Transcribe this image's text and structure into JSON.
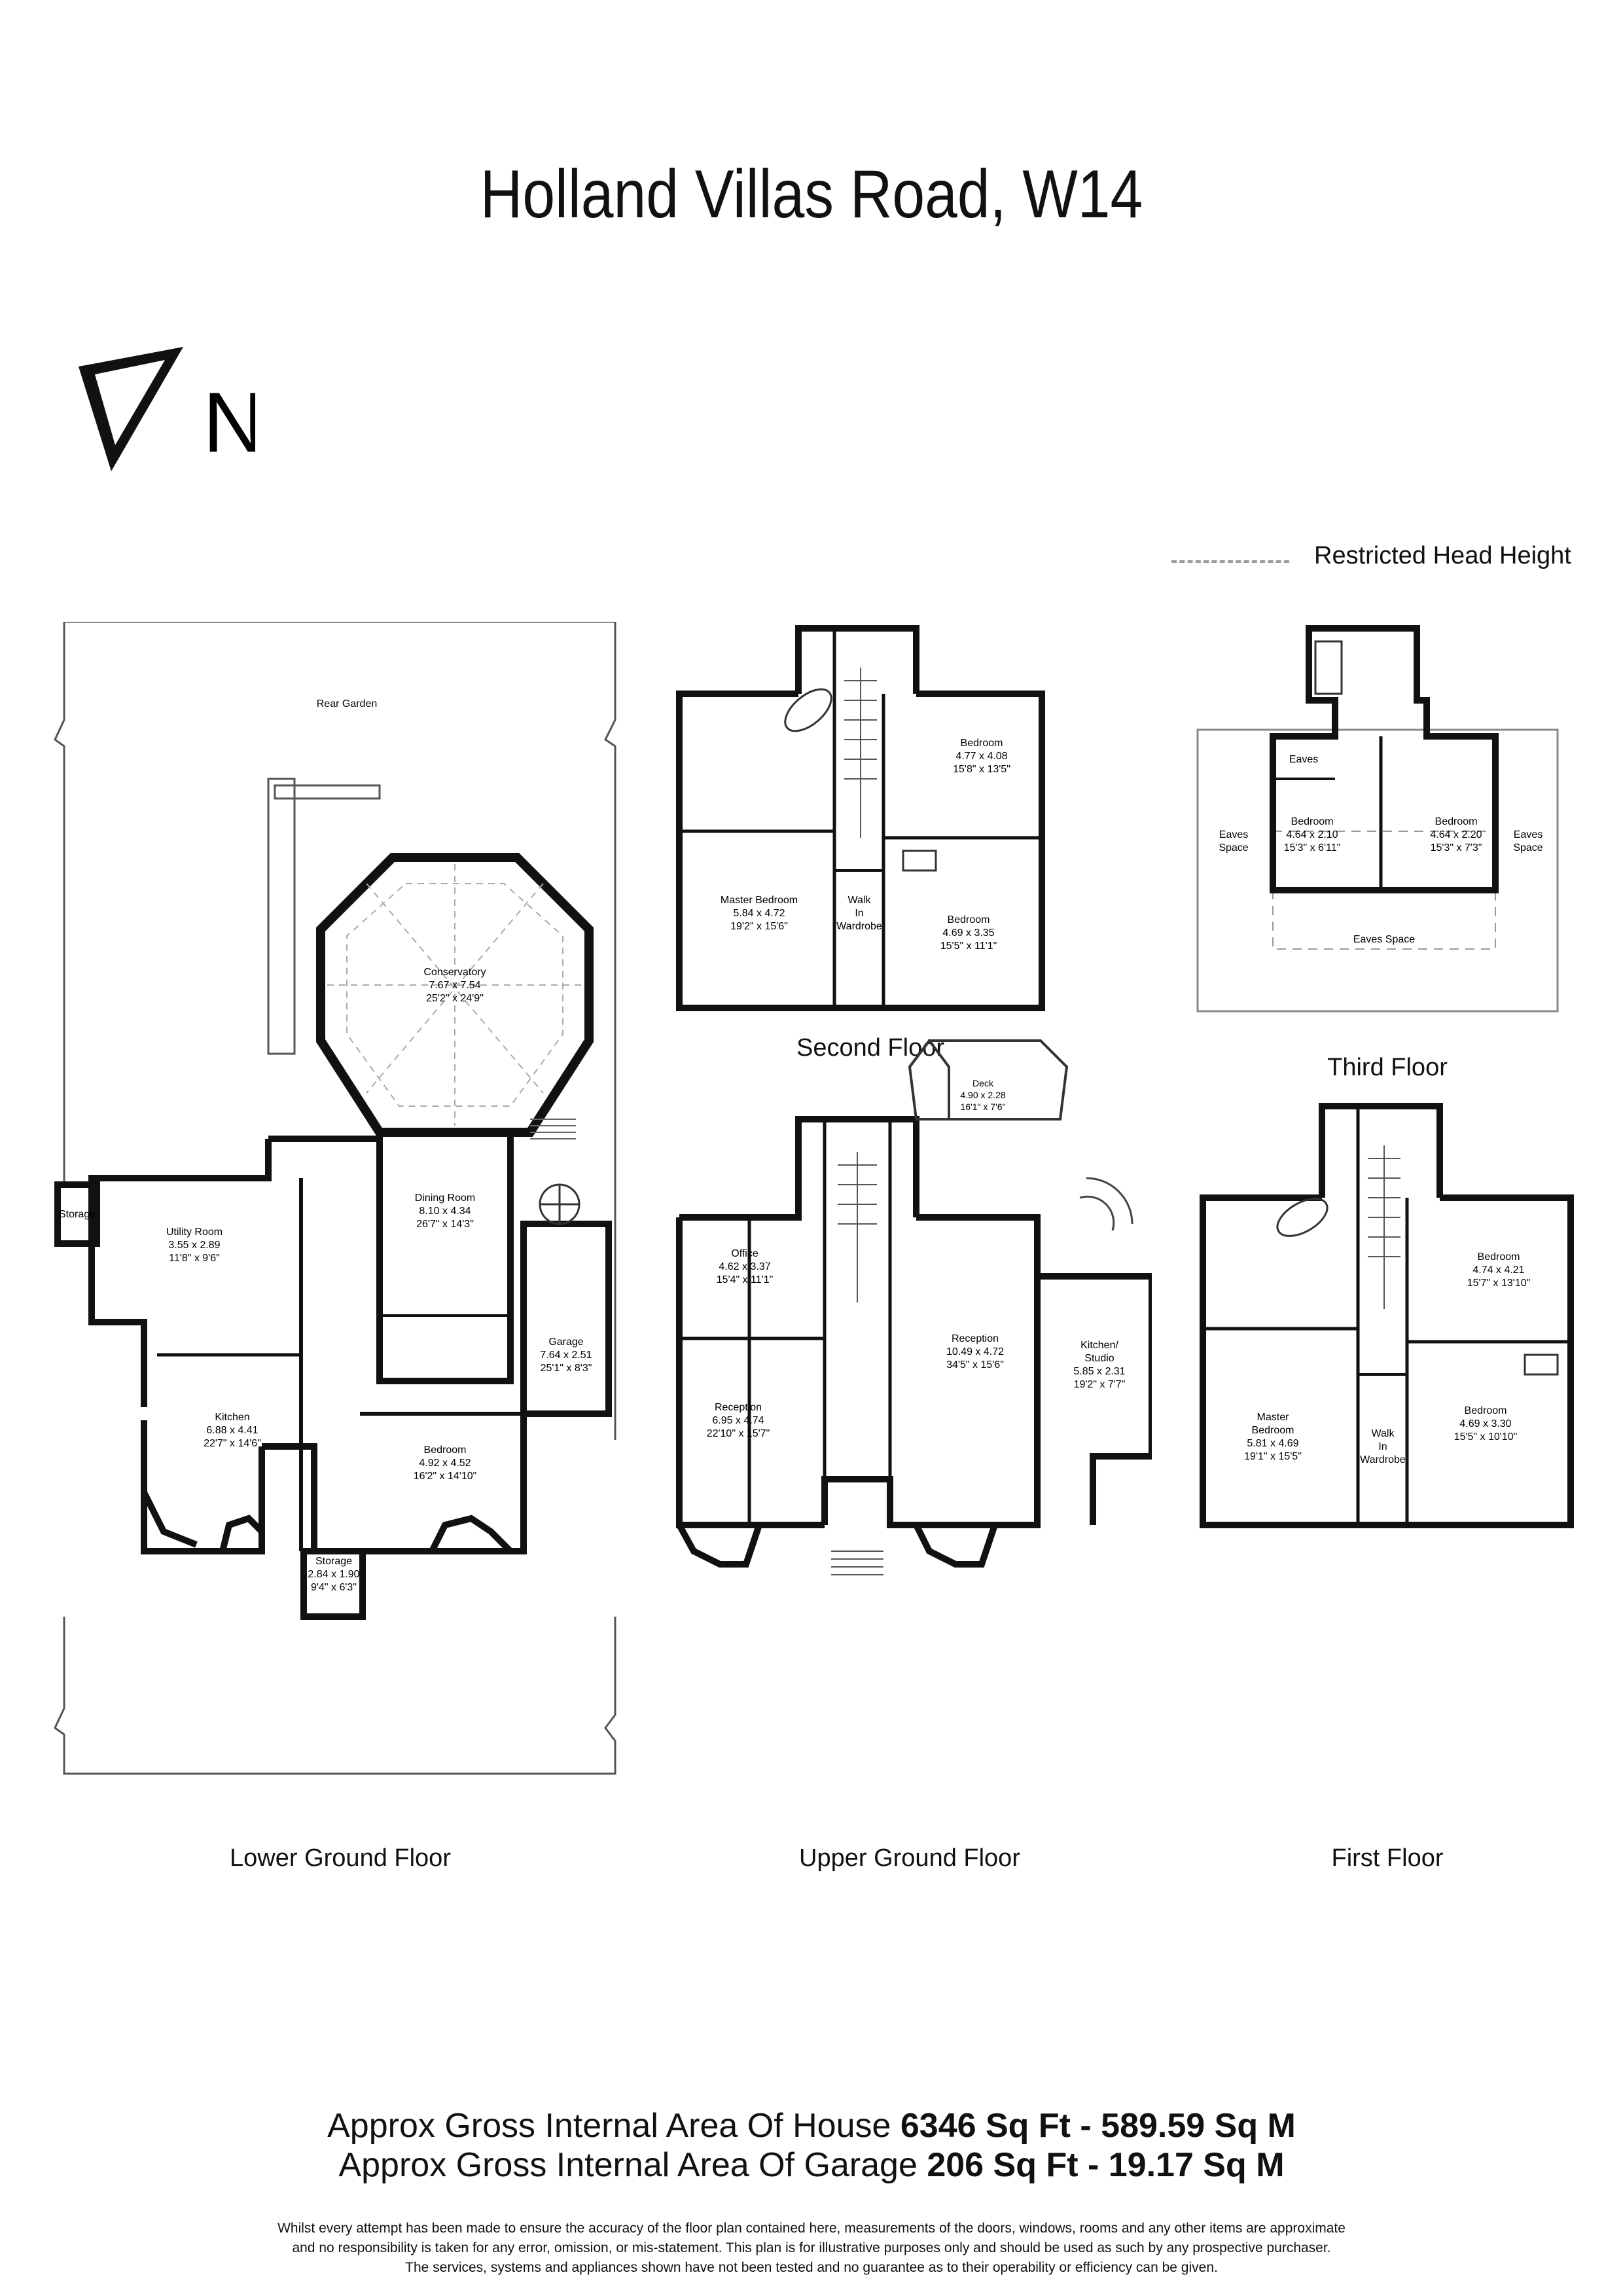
{
  "title": "Holland Villas Road, W14",
  "compass": {
    "letter": "N",
    "icon": "north-arrow-icon"
  },
  "legend": {
    "label": "Restricted Head Height"
  },
  "floors": {
    "lower_ground": {
      "label": "Lower Ground Floor",
      "rooms": {
        "rear_garden": {
          "name": "Rear Garden"
        },
        "conservatory": {
          "name": "Conservatory",
          "metric": "7.67 x 7.54",
          "imperial": "25'2\" x 24'9\""
        },
        "dining_room": {
          "name": "Dining Room",
          "metric": "8.10 x 4.34",
          "imperial": "26'7\" x 14'3\""
        },
        "storage_small": {
          "name": "Storage"
        },
        "utility_room": {
          "name": "Utility Room",
          "metric": "3.55 x 2.89",
          "imperial": "11'8\" x 9'6\""
        },
        "garage": {
          "name": "Garage",
          "metric": "7.64 x 2.51",
          "imperial": "25'1\" x 8'3\""
        },
        "kitchen": {
          "name": "Kitchen",
          "metric": "6.88 x 4.41",
          "imperial": "22'7\" x 14'6\""
        },
        "bedroom": {
          "name": "Bedroom",
          "metric": "4.92 x 4.52",
          "imperial": "16'2\" x 14'10\""
        },
        "storage": {
          "name": "Storage",
          "metric": "2.84 x 1.90",
          "imperial": "9'4\" x 6'3\""
        }
      }
    },
    "upper_ground": {
      "label": "Upper Ground Floor",
      "rooms": {
        "deck": {
          "name": "Deck",
          "metric": "4.90 x 2.28",
          "imperial": "16'1\" x 7'6\""
        },
        "office": {
          "name": "Office",
          "metric": "4.62 x 3.37",
          "imperial": "15'4\" x 11'1\""
        },
        "reception_left": {
          "name": "Reception",
          "metric": "6.95 x 4.74",
          "imperial": "22'10\" x 15'7\""
        },
        "reception_right": {
          "name": "Reception",
          "metric": "10.49 x 4.72",
          "imperial": "34'5\" x 15'6\""
        },
        "kitchen_studio": {
          "name": "Kitchen/",
          "name2": "Studio",
          "metric": "5.85 x 2.31",
          "imperial": "19'2\" x 7'7\""
        }
      }
    },
    "second": {
      "label": "Second Floor",
      "rooms": {
        "bedroom_a": {
          "name": "Bedroom",
          "metric": "4.77 x 4.08",
          "imperial": "15'8\" x 13'5\""
        },
        "master_bedroom": {
          "name": "Master Bedroom",
          "metric": "5.84 x 4.72",
          "imperial": "19'2\" x 15'6\""
        },
        "walk_in": {
          "l1": "Walk",
          "l2": "In",
          "l3": "Wardrobe"
        },
        "bedroom_b": {
          "name": "Bedroom",
          "metric": "4.69 x 3.35",
          "imperial": "15'5\" x 11'1\""
        }
      }
    },
    "third": {
      "label": "Third Floor",
      "rooms": {
        "eaves": {
          "name": "Eaves"
        },
        "eaves_space_left": {
          "l1": "Eaves",
          "l2": "Space"
        },
        "eaves_space_right": {
          "l1": "Eaves",
          "l2": "Space"
        },
        "eaves_space_bottom": {
          "name": "Eaves Space"
        },
        "bedroom_a": {
          "name": "Bedroom",
          "metric": "4.64 x 2.10",
          "imperial": "15'3\" x 6'11\""
        },
        "bedroom_b": {
          "name": "Bedroom",
          "metric": "4.64 x 2.20",
          "imperial": "15'3\" x 7'3\""
        }
      }
    },
    "first": {
      "label": "First Floor",
      "rooms": {
        "bedroom_a": {
          "name": "Bedroom",
          "metric": "4.74 x 4.21",
          "imperial": "15'7\" x 13'10\""
        },
        "master_bedroom": {
          "l1": "Master",
          "l2": "Bedroom",
          "metric": "5.81 x 4.69",
          "imperial": "19'1\" x 15'5\""
        },
        "walk_in": {
          "l1": "Walk",
          "l2": "In",
          "l3": "Wardrobe"
        },
        "bedroom_b": {
          "name": "Bedroom",
          "metric": "4.69 x 3.30",
          "imperial": "15'5\" x 10'10\""
        }
      }
    }
  },
  "areas": {
    "house": {
      "prefix": "Approx Gross Internal Area Of House ",
      "value": "6346 Sq Ft - 589.59 Sq M"
    },
    "garage": {
      "prefix": "Approx Gross Internal Area Of Garage ",
      "value": "206 Sq Ft - 19.17 Sq M"
    }
  },
  "disclaimer": {
    "line1": "Whilst every attempt has been made to ensure the accuracy of the floor plan contained here, measurements of the doors, windows, rooms and any other items are approximate",
    "line2": "and no responsibility is taken for any error, omission, or mis-statement. This plan is for illustrative purposes only and should be used as such by any prospective purchaser.",
    "line3": "The services, systems and appliances shown have not been tested and no guarantee as to their operability or efficiency can be given."
  }
}
